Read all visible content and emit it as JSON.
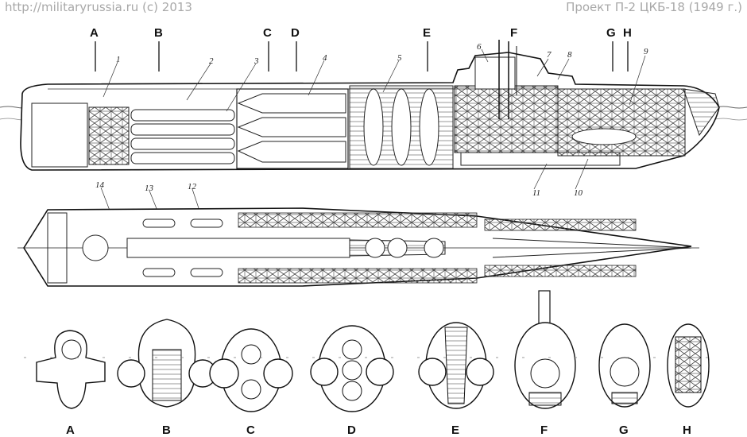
{
  "header": {
    "left": "http://militaryrussia.ru (c) 2013",
    "right": "Проект П-2 ЦКБ-18 (1949 г.)"
  },
  "section_letters": [
    "A",
    "B",
    "C",
    "D",
    "E",
    "F",
    "G",
    "H"
  ],
  "callout_numbers": [
    "1",
    "2",
    "3",
    "4",
    "5",
    "6",
    "7",
    "8",
    "9",
    "10",
    "11",
    "12",
    "13",
    "14"
  ],
  "cross_section_labels": [
    "A",
    "B",
    "C",
    "D",
    "E",
    "F",
    "G",
    "H"
  ]
}
